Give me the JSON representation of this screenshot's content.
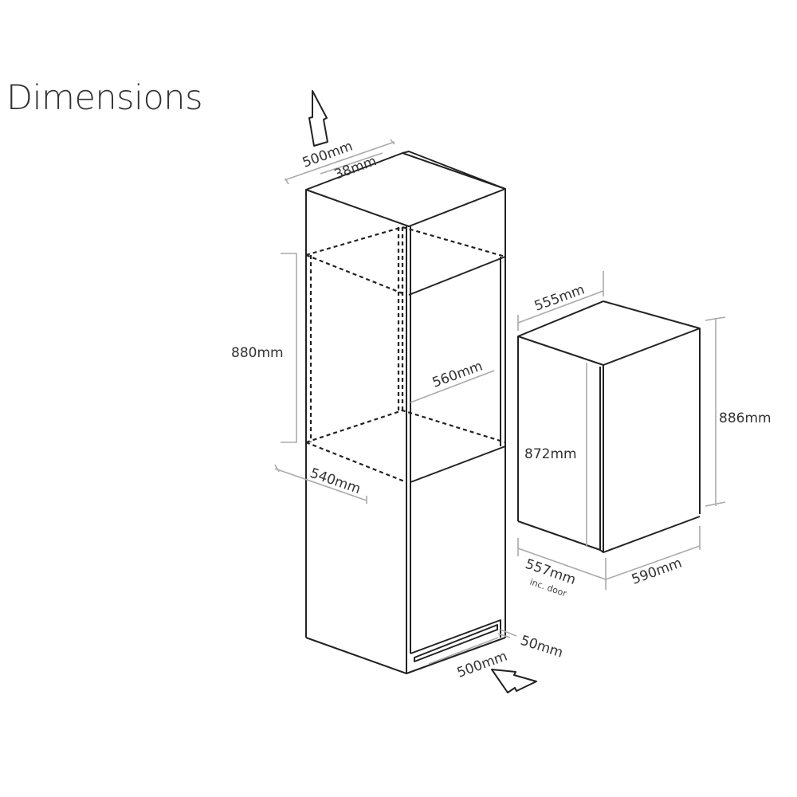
{
  "title": "Dimensions",
  "labels": {
    "top_width": "500mm",
    "top_vent": "38mm",
    "niche_height": "880mm",
    "niche_depth": "540mm",
    "niche_width": "560mm",
    "plinth_width": "500mm",
    "plinth_height": "50mm",
    "fridge_top_depth": "555mm",
    "fridge_height": "886mm",
    "fridge_body_height": "872mm",
    "fridge_depth": "557mm",
    "fridge_depth_note": "inc. door",
    "fridge_width": "590mm"
  },
  "icons": {
    "airflow_out": "arrow-up-icon",
    "airflow_in": "arrow-in-icon"
  }
}
